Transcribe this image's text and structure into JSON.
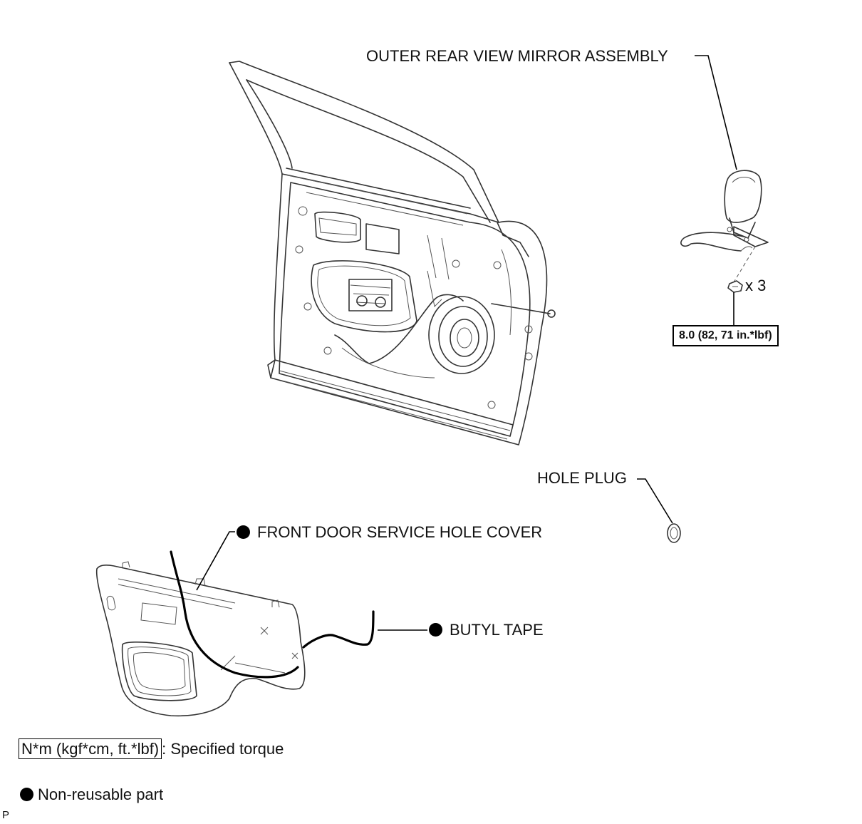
{
  "labels": {
    "mirror": "OUTER REAR VIEW MIRROR ASSEMBLY",
    "qty": "x 3",
    "torque": "8.0 (82, 71 in.*lbf)",
    "hole_plug": "HOLE PLUG",
    "service_cover": "FRONT DOOR SERVICE HOLE COVER",
    "butyl_tape": "BUTYL TAPE"
  },
  "legend": {
    "torque_units": "N*m (kgf*cm, ft.*lbf)",
    "torque_desc": ": Specified torque",
    "nonreusable": "Non-reusable part"
  },
  "corner_mark": "P"
}
